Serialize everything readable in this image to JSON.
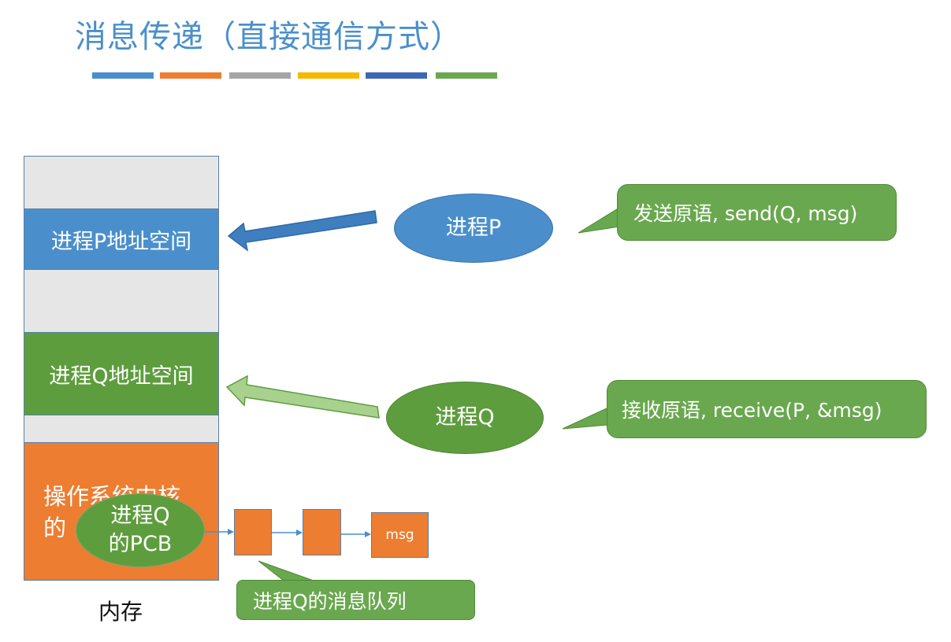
{
  "title": "消息传递（直接通信方式）",
  "title_bar_colors": [
    "#4a8fcb",
    "#ed7d31",
    "#a5a5a5",
    "#f5b800",
    "#3c67b5",
    "#6aa84f"
  ],
  "memory": {
    "label": "内存",
    "process_p_space": "进程P地址空间",
    "process_q_space": "进程Q地址空间",
    "kernel_line1": "操作系统内核",
    "kernel_line2": "的"
  },
  "process_p": {
    "label": "进程P",
    "callout": "发送原语, send(Q, msg)"
  },
  "process_q": {
    "label": "进程Q",
    "callout": "接收原语, receive(P, &msg)"
  },
  "pcb": {
    "line1": "进程Q",
    "line2": "的PCB"
  },
  "queue": {
    "msg_label": "msg",
    "callout": "进程Q的消息队列"
  },
  "colors": {
    "blue": "#4a8fcb",
    "green": "#5e9d3e",
    "orange": "#ed7d31",
    "gray": "#e7e6e6"
  }
}
